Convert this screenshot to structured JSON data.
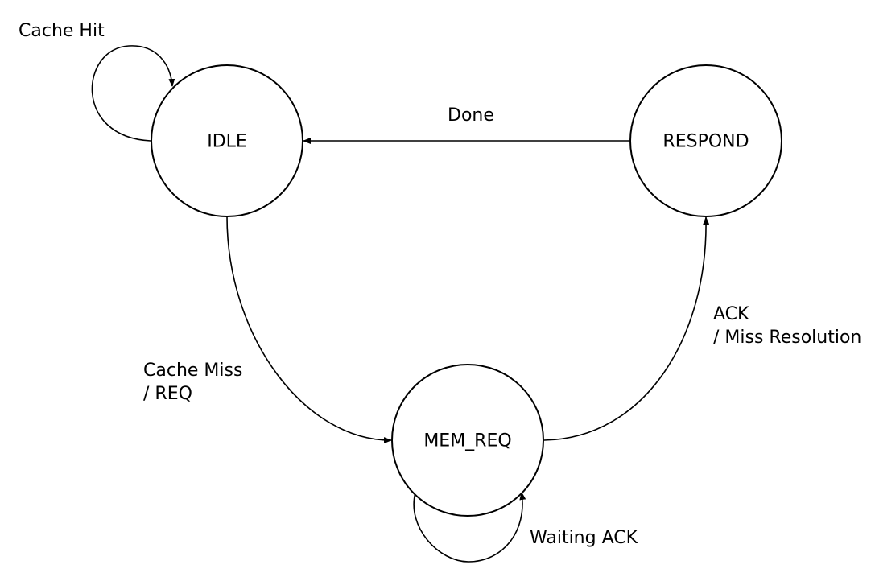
{
  "states": {
    "idle": "IDLE",
    "respond": "RESPOND",
    "mem_req": "MEM_REQ"
  },
  "transitions": {
    "cache_hit": "Cache Hit",
    "done": "Done",
    "cache_miss_line1": "Cache Miss",
    "cache_miss_line2": "/ REQ",
    "ack_line1": "ACK",
    "ack_line2": "/ Miss Resolution",
    "waiting_ack": "Waiting ACK"
  },
  "colors": {
    "stroke": "#000000",
    "background": "#ffffff"
  }
}
